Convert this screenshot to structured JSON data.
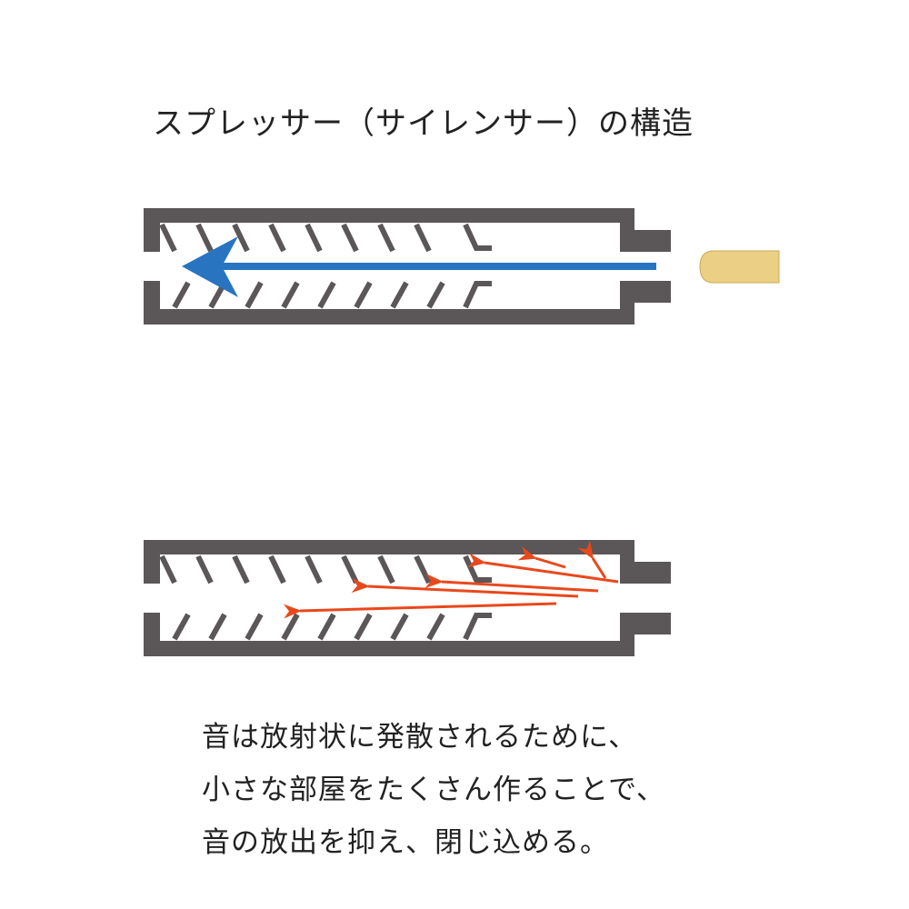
{
  "title": "スプレッサー（サイレンサー）の構造",
  "caption": {
    "line1": "音は放射状に発散されるために、",
    "line2": "小さな部屋をたくさん作ることで、",
    "line3": "音の放出を抑え、閉じ込める。"
  },
  "colors": {
    "wall": "#5b5657",
    "bullet": "#ebcf84",
    "gas_arrow": "#2874c0",
    "sound_arrow": "#e9481c"
  }
}
